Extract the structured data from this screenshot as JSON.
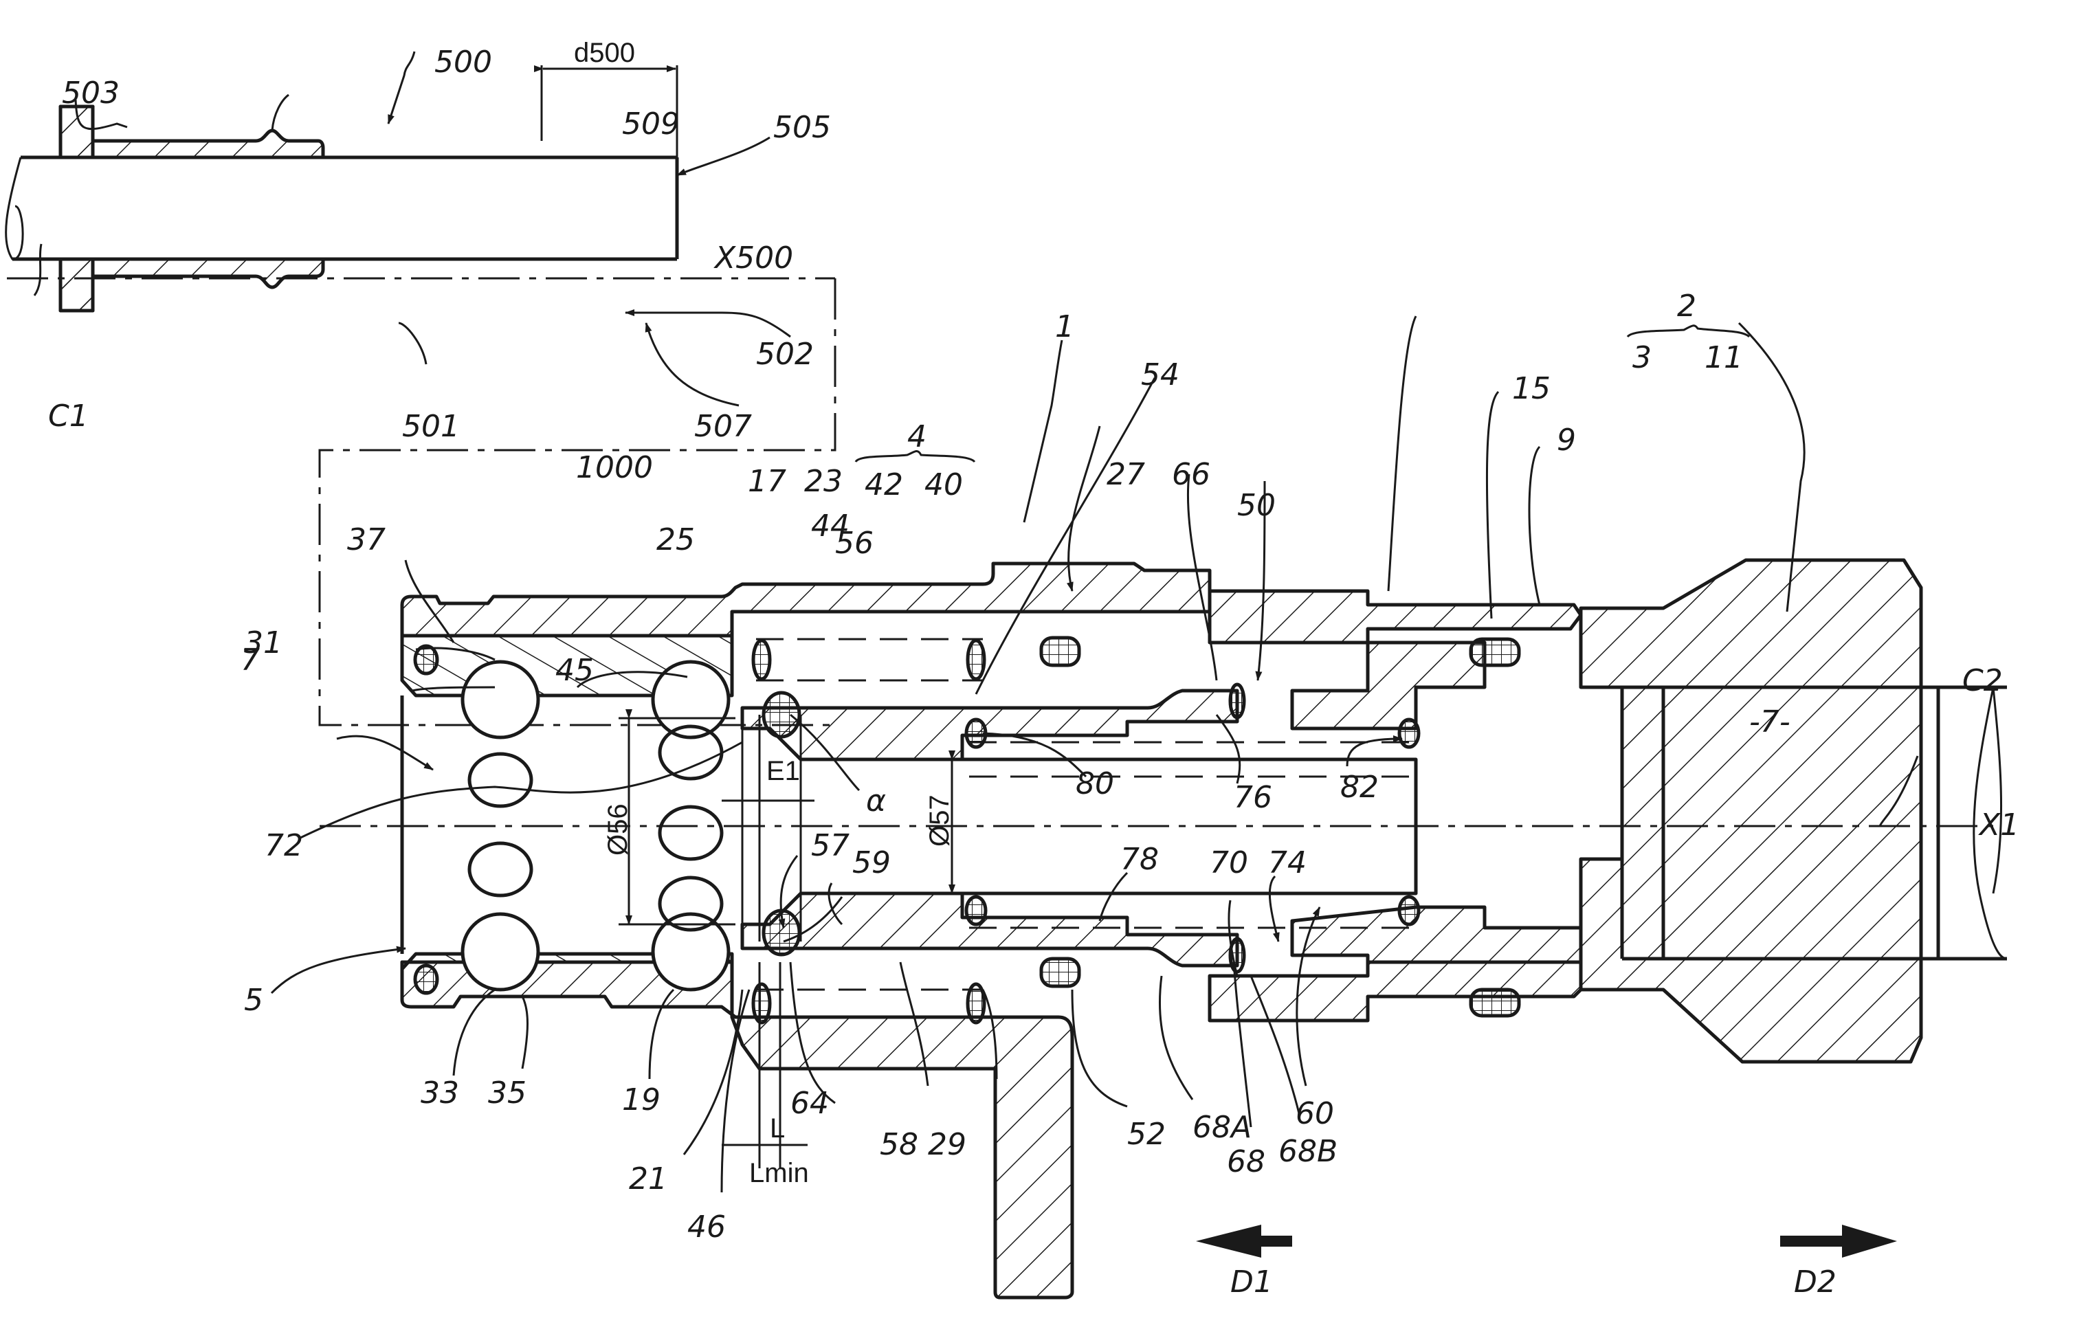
{
  "figure": {
    "type": "patent-cross-section",
    "description": "Fluid coupling: male end-piece 500 inserted into female coupling element 1000 with valve, locking balls and seals",
    "colors": {
      "line": "#1a1a1a",
      "background": "#ffffff"
    }
  },
  "labels": {
    "l500": "500",
    "l503": "503",
    "d500": "d500",
    "l509": "509",
    "l505": "505",
    "X500": "X500",
    "l502": "502",
    "C1": "C1",
    "l501": "501",
    "l507": "507",
    "l1": "1",
    "l54": "54",
    "l2": "2",
    "l3": "3",
    "l11": "11",
    "l4": "4",
    "l42": "42",
    "l40": "40",
    "l1000": "1000",
    "l17": "17",
    "l23": "23",
    "l44": "44",
    "l56": "56",
    "l27": "27",
    "l66": "66",
    "l50": "50",
    "l15": "15",
    "l9": "9",
    "l37": "37",
    "l25": "25",
    "l31": "31",
    "l7": "7",
    "l45": "45",
    "E1": "E1",
    "alpha": "α",
    "l80": "80",
    "l76": "76",
    "l82": "82",
    "C2": "C2",
    "inner7": "-7-",
    "X1": "X1",
    "l72": "72",
    "dia56": "Ø56",
    "dia57": "Ø57",
    "l57": "57",
    "l59": "59",
    "l78": "78",
    "l70": "70",
    "l74": "74",
    "l5": "5",
    "l33": "33",
    "l35": "35",
    "l19": "19",
    "l64": "64",
    "l58": "58",
    "l29": "29",
    "l52": "52",
    "l68A": "68A",
    "l60": "60",
    "l21": "21",
    "L": "L",
    "Lmin": "Lmin",
    "l68": "68",
    "l68B": "68B",
    "l46": "46",
    "D1": "D1",
    "D2": "D2"
  },
  "directions": {
    "D1": "left",
    "D2": "right"
  }
}
